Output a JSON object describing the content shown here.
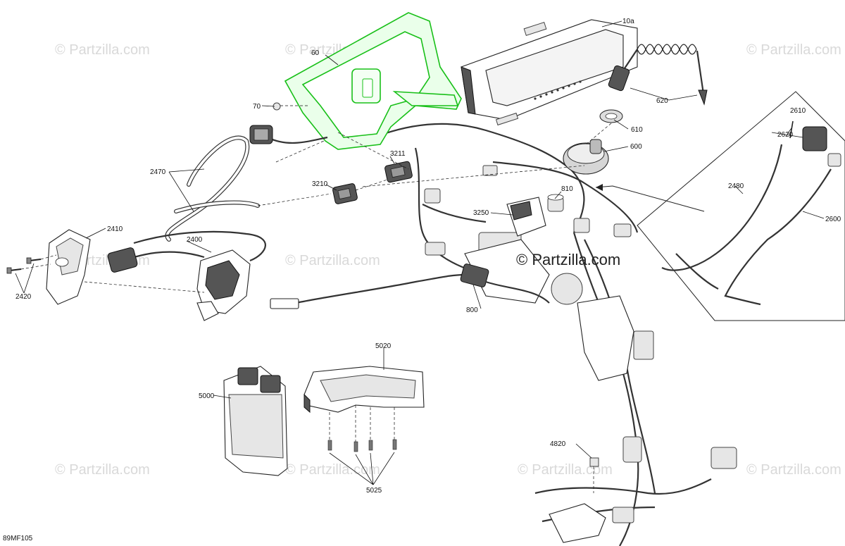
{
  "diagram": {
    "code": "89MF105",
    "watermark": "© Partzilla.com",
    "watermark_center": "© Partzilla.com",
    "highlight_color": "#19c019",
    "callouts": {
      "c10a": "10a",
      "c60": "60",
      "c70": "70",
      "c620": "620",
      "c610": "610",
      "c600": "600",
      "c2610": "2610",
      "c2620": "2620",
      "c2480": "2480",
      "c2600": "2600",
      "c3211": "3211",
      "c3210": "3210",
      "c2470": "2470",
      "c810": "810",
      "c3250": "3250",
      "c2410": "2410",
      "c2400": "2400",
      "c2420": "2420",
      "c800": "800",
      "c5020": "5020",
      "c5000": "5000",
      "c5025": "5025",
      "c4820": "4820"
    }
  }
}
